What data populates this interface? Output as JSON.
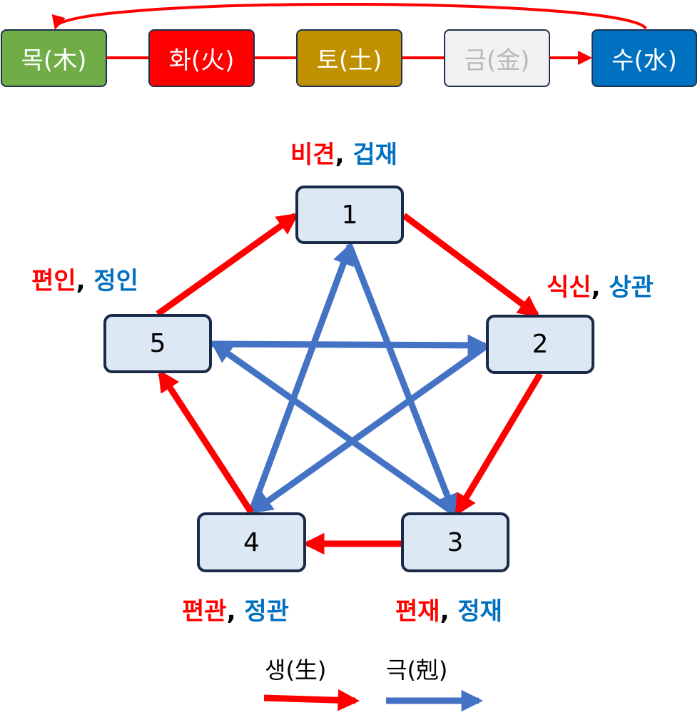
{
  "colors": {
    "sheng": "#ff0000",
    "ke": "#4472c4",
    "red_text": "#ff0000",
    "blue_text": "#0070c0"
  },
  "elements": [
    {
      "label": "목(木)",
      "fill": "#70ad47",
      "text_color": "#ffffff"
    },
    {
      "label": "화(火)",
      "fill": "#ff0000",
      "text_color": "#ffffff"
    },
    {
      "label": "토(土)",
      "fill": "#bf9000",
      "text_color": "#ffffff"
    },
    {
      "label": "금(金)",
      "fill": "#f2f2f2",
      "text_color": "#b8b8b8"
    },
    {
      "label": "수(水)",
      "fill": "#0070c0",
      "text_color": "#ffffff"
    }
  ],
  "nodes": [
    {
      "label": "1",
      "sheng_name": "비견",
      "ke_name": "겁재"
    },
    {
      "label": "2",
      "sheng_name": "식신",
      "ke_name": "상관"
    },
    {
      "label": "3",
      "sheng_name": "편재",
      "ke_name": "정재"
    },
    {
      "label": "4",
      "sheng_name": "편관",
      "ke_name": "정관"
    },
    {
      "label": "5",
      "sheng_name": "편인",
      "ke_name": "정인"
    }
  ],
  "legend": {
    "sheng_label": "생(生)",
    "ke_label": "극(剋)"
  }
}
